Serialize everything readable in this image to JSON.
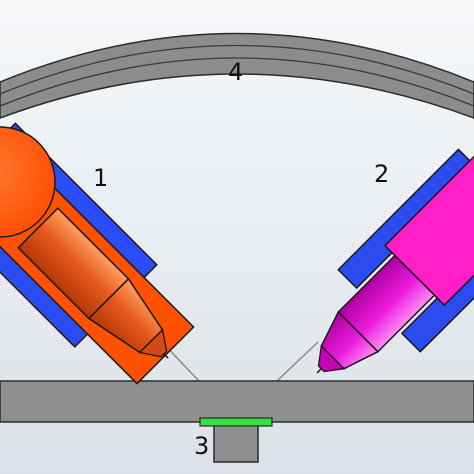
{
  "labels": {
    "left_unit": "1",
    "right_unit": "2",
    "base_block": "3",
    "arc_frame": "4"
  },
  "colors": {
    "background_top": "#f6f8fa",
    "background_bottom": "#dce1e7",
    "frame_gray": "#8c8c8c",
    "outline": "#2b2b2b",
    "left_housing": "#ff5200",
    "left_cone": "#e0561c",
    "left_bracket": "#2b4cf0",
    "right_housing": "#ff1fc8",
    "right_cone": "#f000d8",
    "right_bracket": "#2b4cf0",
    "beam": "#8a8a8a",
    "green_strip": "#39e040"
  }
}
